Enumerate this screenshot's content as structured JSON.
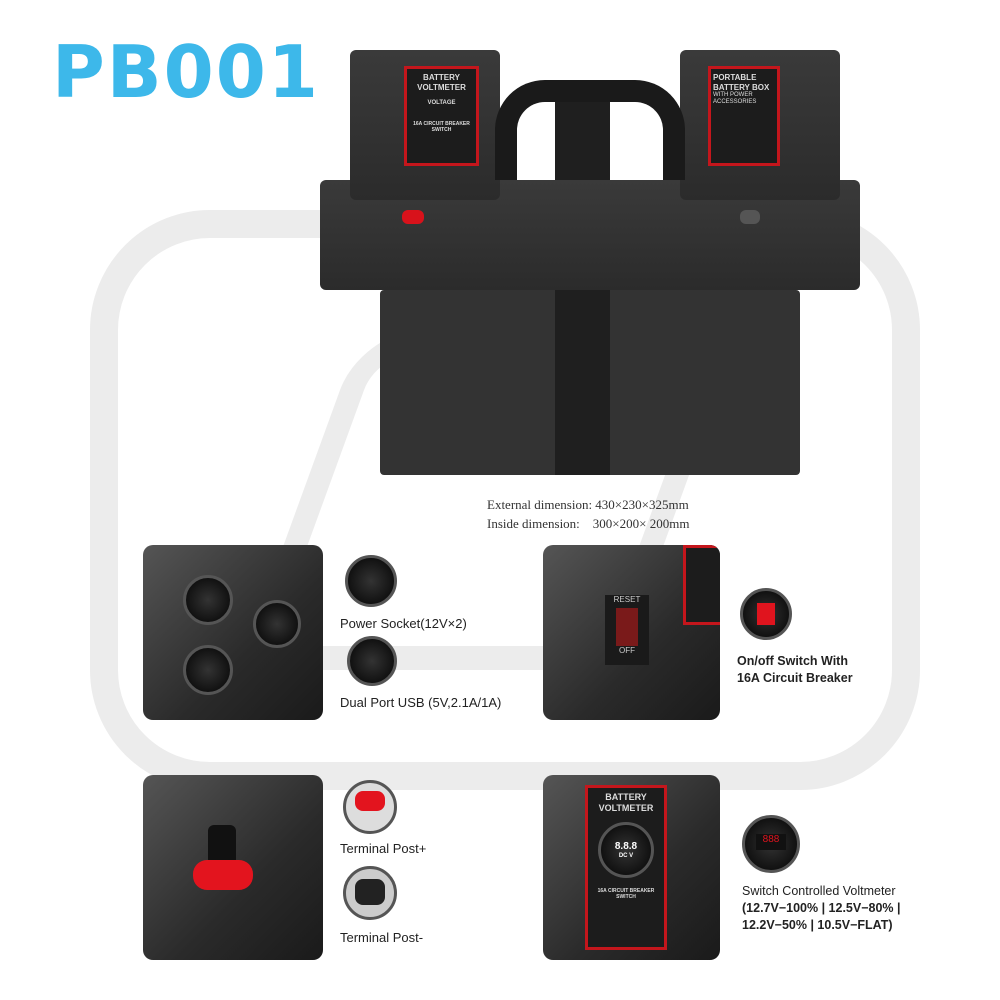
{
  "title": "PB001",
  "box_labels": {
    "left": {
      "line1": "BATTERY",
      "line2": "VOLTMETER",
      "meter_label": "VOLTAGE",
      "breaker": "16A CIRCUIT BREAKER SWITCH"
    },
    "right": {
      "line1": "PORTABLE",
      "line2": "BATTERY BOX",
      "line3": "WITH POWER",
      "line4": "ACCESSORIES"
    }
  },
  "dimensions": {
    "external": "External dimension: 430×230×325mm",
    "inside": "Inside dimension:    300×200× 200mm"
  },
  "features": [
    {
      "label": "Power Socket(12V×2)"
    },
    {
      "label": "Dual Port USB (5V,2.1A/1A)"
    },
    {
      "label_line1": "On/off Switch With",
      "label_line2": "16A Circuit Breaker",
      "switch_top": "RESET",
      "switch_bottom": "OFF"
    },
    {
      "label": "Terminal Post+"
    },
    {
      "label": "Terminal Post-"
    },
    {
      "label_line1": "Switch Controlled Voltmeter",
      "label_line2": "(12.7V−100% | 12.5V−80% |",
      "label_line3": "12.2V−50% | 10.5V−FLAT)",
      "panel_line1": "BATTERY",
      "panel_line2": "VOLTMETER",
      "display": "8.8.8",
      "display_sub": "DC   V",
      "breaker": "16A CIRCUIT BREAKER SWITCH"
    }
  ],
  "colors": {
    "title": "#3db8ea",
    "accent_red": "#c4161c",
    "box": "#2e2e2e"
  }
}
